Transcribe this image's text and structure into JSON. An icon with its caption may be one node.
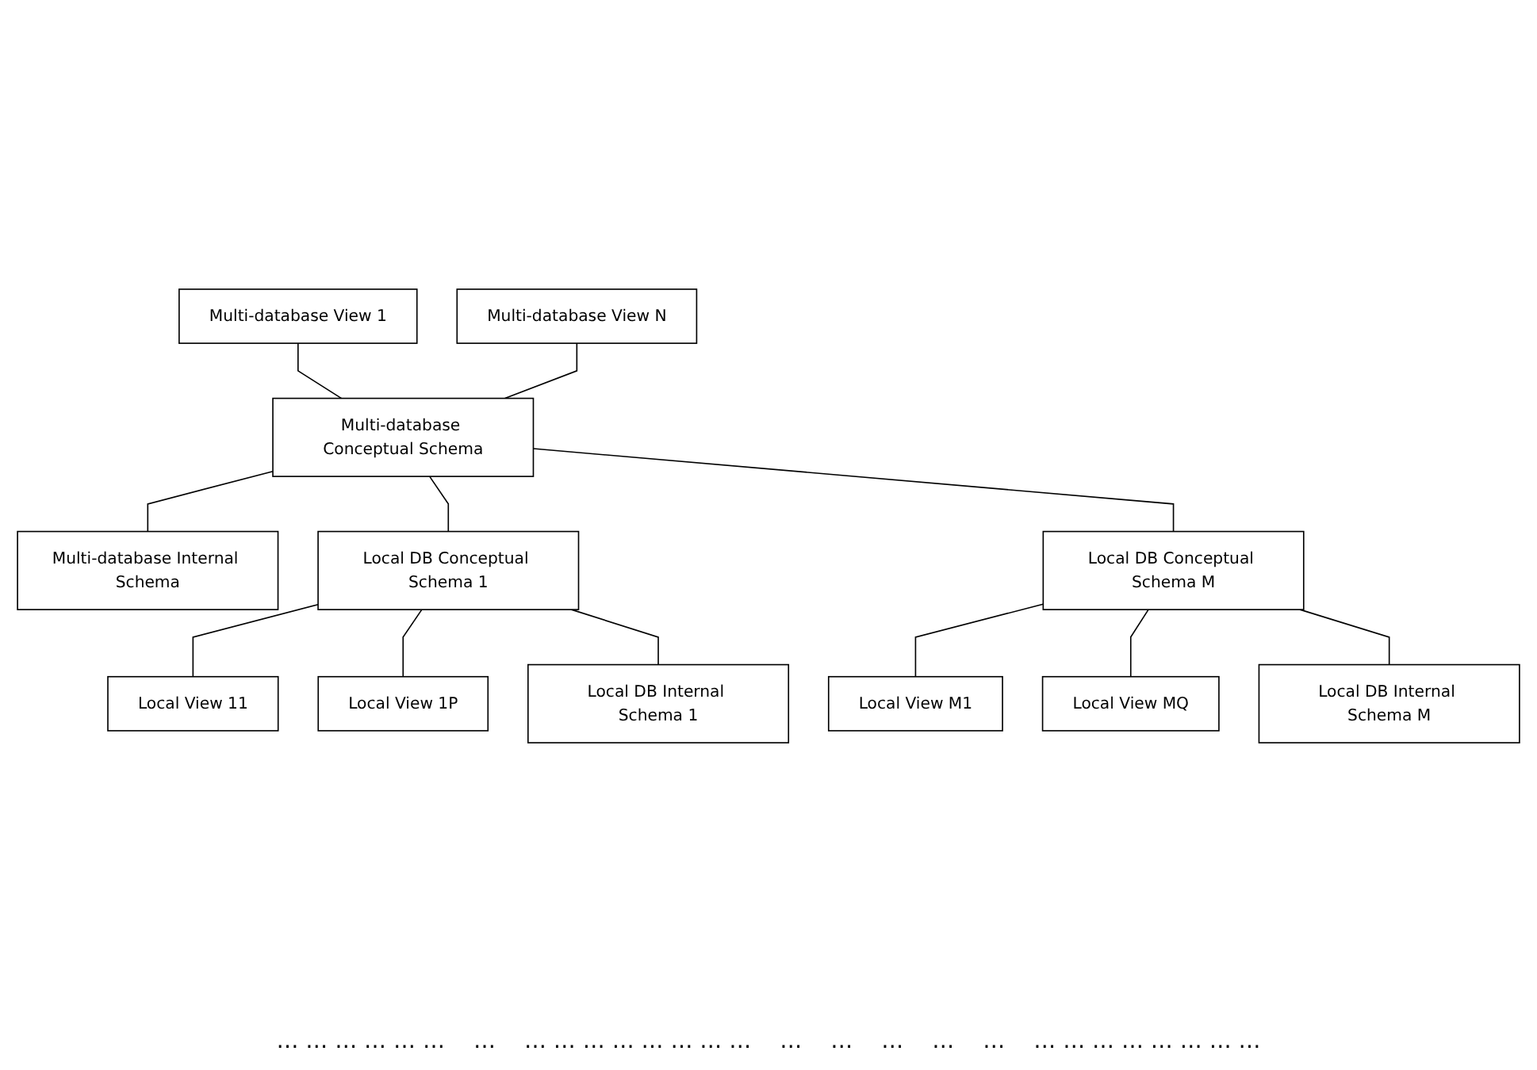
{
  "diagram": {
    "nodes": [
      {
        "text": [
          "Multi-database View 1"
        ]
      },
      {
        "text": [
          "Multi-database View N"
        ]
      },
      {
        "text": [
          "Multi-database Conceptual Schema"
        ]
      },
      {
        "text": [
          "Multi-database Internal Schema"
        ]
      },
      {
        "text": [
          "Local View 11"
        ]
      },
      {
        "text": [
          "Local DB Conceptual Schema 1"
        ]
      },
      {
        "text": [
          "Local DB Conceptual Schema M"
        ]
      },
      {
        "text": [
          "Local View M1"
        ]
      },
      {
        "text": [
          "Local DB Internal Schema 1"
        ]
      },
      {
        "text": [
          "Local DB Internal Schema M"
        ]
      },
      {
        "text": [
          "Local View 1P"
        ]
      },
      {
        "text": [
          "Local View MQ"
        ]
      }
    ],
    "edges": [
      {
        "from": 0,
        "to": 2,
        "arrow": "none"
      },
      {
        "from": 1,
        "to": 2,
        "arrow": "none"
      },
      {
        "from": 2,
        "to": 3,
        "arrow": "none"
      },
      {
        "from": 2,
        "to": 5,
        "arrow": "none"
      },
      {
        "from": 2,
        "to": 6,
        "arrow": "none"
      },
      {
        "from": 5,
        "to": 4,
        "arrow": "none"
      },
      {
        "from": 5,
        "to": 10,
        "arrow": "none"
      },
      {
        "from": 6,
        "to": 7,
        "arrow": "none"
      },
      {
        "from": 6,
        "to": 11,
        "arrow": "none"
      },
      {
        "from": 5,
        "to": 8,
        "arrow": "none"
      },
      {
        "from": 6,
        "to": 9,
        "arrow": "none"
      }
    ],
    "labels": [
      "… … … … … …",
      "…",
      "… … … … … … … …",
      "…",
      "…",
      "…",
      "…",
      "…",
      "… … … … … … … …"
    ]
  }
}
